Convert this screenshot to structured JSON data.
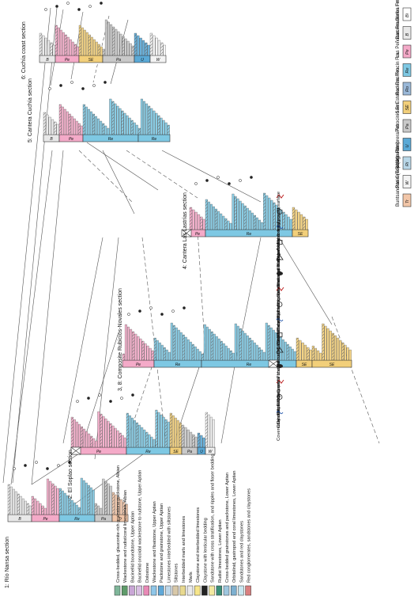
{
  "sections": [
    {
      "id": "s1",
      "title": "1: Río Nansa section"
    },
    {
      "id": "s2",
      "title": "2: El Soplao section"
    },
    {
      "id": "s3",
      "title": "3, 8: Composite Rubicíos-Novales section"
    },
    {
      "id": "s4",
      "title": "4: Cantera Las Lastrías section"
    },
    {
      "id": "s5",
      "title": "5: Cantera Cuchía section"
    },
    {
      "id": "s6",
      "title": "6: Cuchía coast section"
    }
  ],
  "formations": [
    {
      "code": "Bi",
      "name": "Bielba Fm. (p.p.)",
      "color": "#ffffff"
    },
    {
      "code": "B",
      "name": "Barcenaciones Fm.",
      "color": "#e8e8e8"
    },
    {
      "code": "Pe",
      "name": "Las Peñosas Fm.",
      "color": "#f4aac8"
    },
    {
      "code": "Re",
      "name": "Reocín Fm.",
      "color": "#7ec8e3"
    },
    {
      "code": "Ro",
      "name": "Rodezas Fm.",
      "color": "#9ab8d8"
    },
    {
      "code": "SE",
      "name": "San Esteban Fm.",
      "color": "#f2cf7a"
    },
    {
      "code": "Pa",
      "name": "Patrocinio Fm.",
      "color": "#c9c9c9"
    },
    {
      "code": "U",
      "name": "Umbrera Fm.",
      "color": "#5aa9d6"
    },
    {
      "code": "Ri",
      "name": "Ribago Fm.",
      "color": "#b9d7e8"
    },
    {
      "code": "W",
      "name": "Pas Group (Wealden)",
      "color": "#f3f3f3"
    },
    {
      "code": "Tr",
      "name": "Buntsandstein (Triassic)",
      "color": "#f2c6a8"
    }
  ],
  "symbols": [
    {
      "icon": "hardground-icon",
      "label": "Bioturbated or hardground surface"
    },
    {
      "icon": "paleosol-icon",
      "label": "Subaerial exposure; paleokarst or paleosoils"
    },
    {
      "icon": "unconformity-icon",
      "label": "Erosional surface/Unconformity"
    },
    {
      "icon": "pebbles-icon",
      "label": "Black pebbles"
    },
    {
      "icon": "oncoid-icon",
      "label": "Bacinellid fabrics (oncoids and lumps)"
    },
    {
      "icon": "thrombolite-icon",
      "label": "Bacinellid fabrics (thrombolites/masses)"
    },
    {
      "icon": "branching-coral-icon",
      "label": "Branching corals"
    },
    {
      "icon": "massive-coral-icon",
      "label": "Massive, domal and platy corals"
    },
    {
      "icon": "chondrodonta-icon",
      "label": "Chondrodonta"
    },
    {
      "icon": "rudist-icon",
      "label": "Rudists"
    },
    {
      "icon": "caprina-icon",
      "label": "Caprina choffati rudists",
      "abbr": "Cch"
    },
    {
      "icon": "oyster-icon",
      "label": "Oysters, Exogyra and Plicatula"
    },
    {
      "icon": "plant-icon",
      "label": "Coal and plant fragments"
    },
    {
      "icon": "orbitolinid-icon",
      "label": "Orbitolinids"
    },
    {
      "icon": "covered-icon",
      "label": "Covered section"
    }
  ],
  "lithologies": [
    {
      "label": "Cross-bedded, glauconite-rich grainstone-packstone, Albian",
      "color": "#7fb69a"
    },
    {
      "label": "Wackestone and rudist/coral limestones, Albian",
      "color": "#5f9b6a"
    },
    {
      "label": "Bacinellid boundstone, Upper Aptian",
      "color": "#c9a6d6"
    },
    {
      "label": "Bacinellid oncoidal wackestone to rudstone, Upper Aptian",
      "color": "#d9bfe3"
    },
    {
      "label": "Dolostone",
      "color": "#e889b6"
    },
    {
      "label": "Wackestone and floatstone, Upper Aptian",
      "color": "#8fc6e8"
    },
    {
      "label": "Packstone and grainstone, Upper Aptian",
      "color": "#5fa8d8"
    },
    {
      "label": "Limestones interbedded with siltstones",
      "color": "#bfd8ea"
    },
    {
      "label": "Siltstones",
      "color": "#d8c8a8"
    },
    {
      "label": "Interbedded marls and limestones",
      "color": "#e8d98f"
    },
    {
      "label": "Marls",
      "color": "#eaeaea"
    },
    {
      "label": "Claystone and interbedded limestones",
      "color": "#f6e58a"
    },
    {
      "label": "Claystone with lenticular bedding",
      "color": "#222222"
    },
    {
      "label": "Sandstone with cross stratification, and ripples and flaser bedding",
      "color": "#f3e9a0"
    },
    {
      "label": "Rudist limestones, Lower Aptian",
      "color": "#3a8f78"
    },
    {
      "label": "Cross-bedded grainstones and packstone, Lower Aptian",
      "color": "#9fc7df"
    },
    {
      "label": "Orbitolinid, gastropod and coral limestones, Lower Aptian",
      "color": "#7db0d0"
    },
    {
      "label": "Sandstones and red claystones",
      "color": "#c8e6f0"
    },
    {
      "label": "Red conglomerates, sandstones and claystones",
      "color": "#d98080"
    }
  ]
}
